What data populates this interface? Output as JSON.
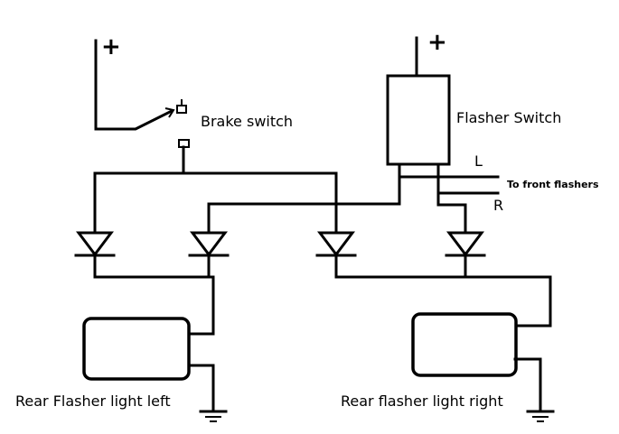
{
  "labels": {
    "brake_switch": "Brake switch",
    "flasher_switch": "Flasher Switch",
    "left_terminal": "L",
    "right_terminal": "R",
    "to_front_flashers": "To front flashers",
    "rear_left": "Rear Flasher light left",
    "rear_right": "Rear flasher light right",
    "plus_left": "+",
    "plus_right": "+"
  }
}
